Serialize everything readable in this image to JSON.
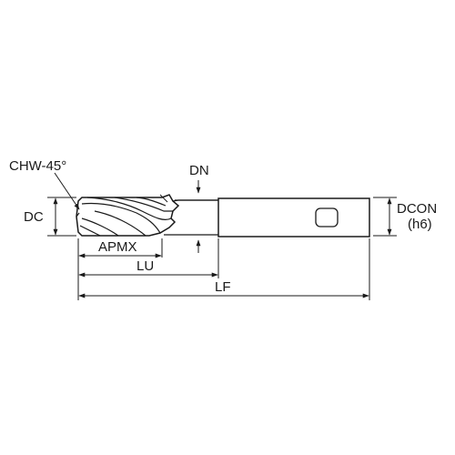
{
  "diagram": {
    "labels": {
      "chw": "CHW-45°",
      "dc": "DC",
      "dn": "DN",
      "apmx": "APMX",
      "lu": "LU",
      "lf": "LF",
      "dcon": "DCON",
      "dcon_tol": "(h6)"
    }
  }
}
